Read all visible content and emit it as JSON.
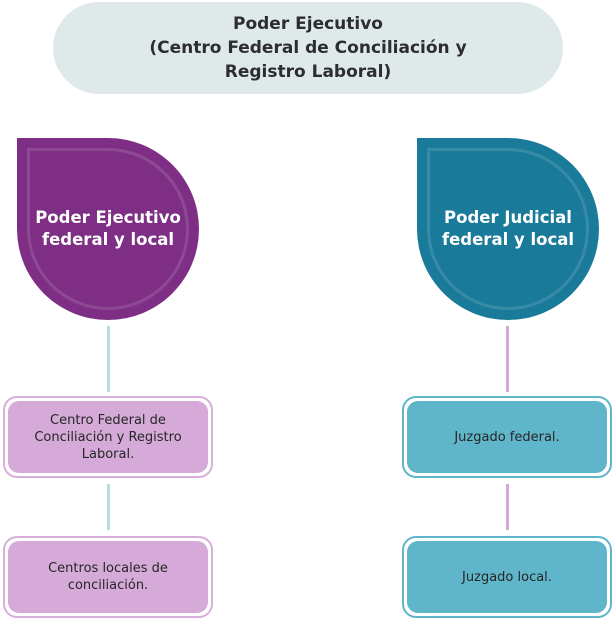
{
  "top": {
    "line1": "Poder Ejecutivo",
    "line2": "(Centro Federal de Conciliación y",
    "line3": "Registro Laboral)"
  },
  "left_branch": {
    "header_line1": "Poder Ejecutivo",
    "header_line2": "federal y local",
    "box1_lines": [
      "Centro Federal de",
      "Conciliación y Registro",
      "Laboral."
    ],
    "box2_lines": [
      "Centros locales de",
      "conciliación."
    ]
  },
  "right_branch": {
    "header_line1": "Poder Judicial",
    "header_line2": "federal y local",
    "box1_lines": [
      "Juzgado federal."
    ],
    "box2_lines": [
      "Juzgado local."
    ]
  },
  "colors": {
    "top_pill": "#dfe9ea",
    "left_header": "#7e2f85",
    "right_header": "#1a7a99",
    "left_box": "#d5aad8",
    "right_box": "#5fb6cb",
    "left_connector": "#b7dede",
    "right_connector": "#d6a8d8"
  }
}
